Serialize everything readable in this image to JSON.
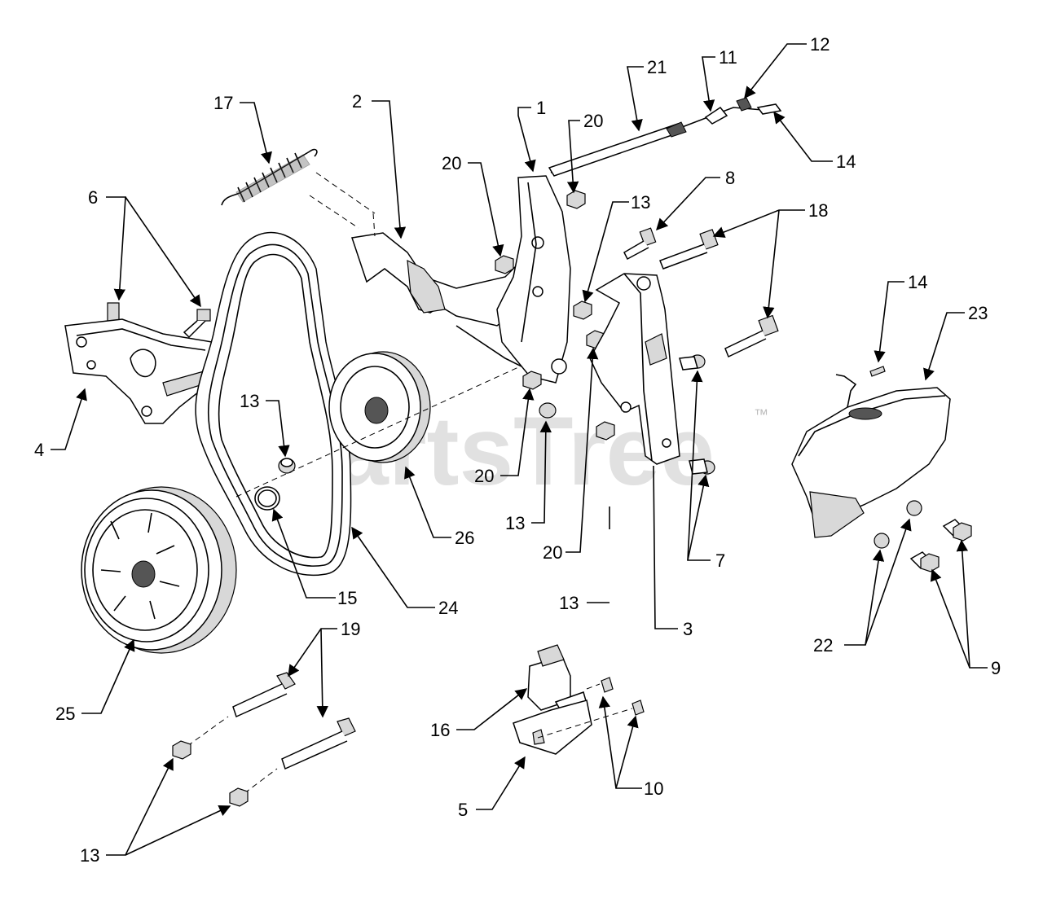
{
  "watermark": {
    "brand": "PartsTree",
    "trademark": "™"
  },
  "callouts": {
    "c1": "1",
    "c2": "2",
    "c3": "3",
    "c4": "4",
    "c5": "5",
    "c6": "6",
    "c7": "7",
    "c8": "8",
    "c9": "9",
    "c10": "10",
    "c11": "11",
    "c12": "12",
    "c13a": "13",
    "c13b": "13",
    "c13c": "13",
    "c13d": "13",
    "c13e": "13",
    "c14a": "14",
    "c14b": "14",
    "c15": "15",
    "c16": "16",
    "c17": "17",
    "c18": "18",
    "c19": "19",
    "c20a": "20",
    "c20b": "20",
    "c20c": "20",
    "c20d": "20",
    "c21": "21",
    "c22": "22",
    "c23": "23",
    "c24": "24",
    "c25": "25",
    "c26": "26"
  }
}
